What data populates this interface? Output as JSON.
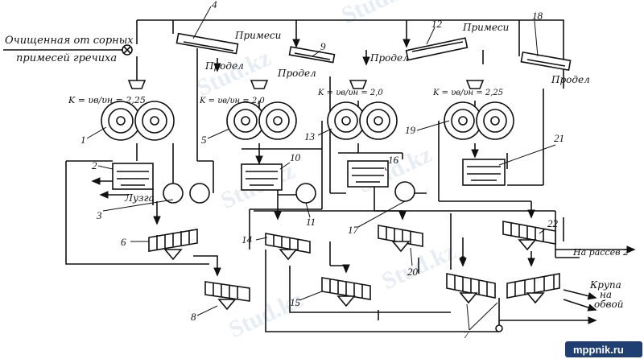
{
  "watermarks": [
    "Stud.kz",
    "Stud.kz",
    "Stud.kz",
    "Stud.kz",
    "Stud.kz",
    "Stud.kz"
  ],
  "site_label": "mppnik.ru",
  "labels": {
    "input_line1": "Очищенная от сорных",
    "input_line2": "примесей гречиха",
    "primesi_a": "Примеси",
    "primesi_b": "Примеси",
    "prodel_a": "Продел",
    "prodel_b": "Продел",
    "prodel_c": "Продел",
    "prodel_d": "Продел",
    "luzga": "Лузга",
    "to_sieve": "На рассев 2",
    "krupa1": "Крупа",
    "krupa2": "на",
    "krupa3": "обвой"
  },
  "formulas": {
    "f1": "K = υв/υн = 2,25",
    "f2": "K = υв/υн = 2,0",
    "f3": "K = υв/υн = 2,0",
    "f4": "K = υв/υн = 2,25"
  },
  "numbers": [
    "1",
    "2",
    "3",
    "4",
    "5",
    "6",
    "7",
    "8",
    "9",
    "10",
    "11",
    "12",
    "13",
    "14",
    "15",
    "16",
    "17",
    "18",
    "19",
    "20",
    "21",
    "22"
  ]
}
